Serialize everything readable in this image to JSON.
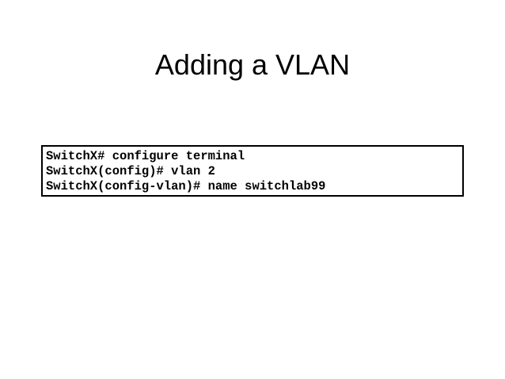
{
  "slide": {
    "background_color": "#ffffff",
    "title": "Adding a VLAN"
  },
  "cli_box": {
    "border_color": "#000000",
    "background_color": "#ffffff",
    "text_color": "#000000",
    "lines": [
      "SwitchX# configure terminal",
      "SwitchX(config)# vlan 2",
      "SwitchX(config-vlan)# name switchlab99"
    ]
  }
}
